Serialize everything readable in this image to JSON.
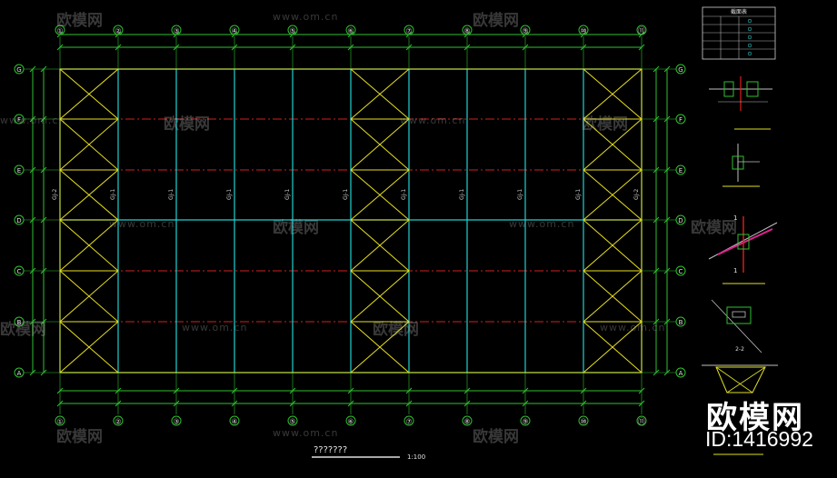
{
  "axes_x": [
    "①",
    "②",
    "③",
    "④",
    "⑤",
    "⑥",
    "⑦",
    "⑧",
    "⑨",
    "⑩",
    "⑪"
  ],
  "axes_y": [
    "G",
    "F",
    "E",
    "D",
    "C",
    "B",
    "A"
  ],
  "column_labels": [
    "GJ-2",
    "GJ-1",
    "GJ-1",
    "GJ-1",
    "GJ-1",
    "GJ-1",
    "GJ-1",
    "GJ-1",
    "GJ-1",
    "GJ-1",
    "GJ-2"
  ],
  "title": "???????",
  "scale": "1:100",
  "legend_table": {
    "header": "截面表"
  },
  "watermarks": {
    "site": "www.om.cn",
    "brand": "欧模网"
  },
  "brand_large": "欧模网",
  "brand_id": "ID:1416992",
  "detail_labels": [
    "1-1",
    "2-2"
  ],
  "colors": {
    "grid_line": "#20d0d0",
    "beam": "#e8e020",
    "axis_dashed": "#d02020",
    "dimension": "#30c030",
    "bubble": "#30c030"
  }
}
